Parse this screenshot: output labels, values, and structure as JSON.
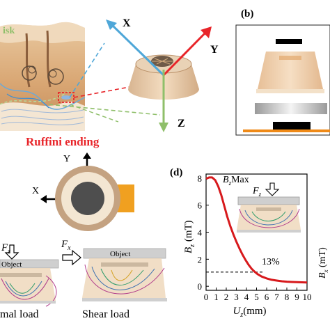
{
  "panel_a": {
    "skin_label": "isk",
    "axis_x": "X",
    "axis_y": "Y",
    "axis_z": "Z",
    "callout": "Ruffini ending"
  },
  "panel_b": {
    "label": "(b)"
  },
  "panel_c": {
    "axis_x": "X",
    "axis_y": "Y",
    "force_normal": "F",
    "force_normal_sub": "z",
    "force_shear": "F",
    "force_shear_sub": "x",
    "object_normal": "Object",
    "object_shear": "Object",
    "caption_normal": "mal load",
    "caption_shear": "Shear load"
  },
  "panel_d": {
    "label": "(d)",
    "annotation_max": "B",
    "annotation_max_sub": "z",
    "annotation_max_tail": "Max",
    "inset_force": "F",
    "inset_force_sub": "z",
    "percent_label": "13%",
    "right_axis": "B",
    "right_axis_sub": "x",
    "right_axis_unit": " (mT)",
    "colors": {
      "curve": "#d7191c",
      "threshold": "#000000"
    }
  },
  "chart_data": {
    "type": "line",
    "title": "",
    "xlabel": "Uz(mm)",
    "ylabel": "Bz (mT)",
    "xlim": [
      0,
      10
    ],
    "ylim": [
      -0.3,
      8.3
    ],
    "x_ticks": [
      "0",
      "1",
      "2",
      "3",
      "4",
      "5",
      "6",
      "7",
      "8",
      "9",
      "10"
    ],
    "y_ticks": [
      "0",
      "2",
      "4",
      "6",
      "8"
    ],
    "threshold": 1.05,
    "series": [
      {
        "x": [
          0,
          0.3,
          0.6,
          0.9,
          1.2,
          1.5,
          1.8,
          2.1,
          2.4,
          2.7,
          3.0,
          3.3,
          3.6,
          3.9,
          4.2,
          4.5,
          4.8,
          5.1,
          5.5,
          6.0,
          6.5,
          7.0,
          7.5,
          8.0,
          8.5,
          9.0,
          9.5,
          10.0
        ],
        "values": [
          7.95,
          8.05,
          8.05,
          7.85,
          7.4,
          6.75,
          5.95,
          5.15,
          4.45,
          3.85,
          3.3,
          2.8,
          2.35,
          1.95,
          1.6,
          1.3,
          1.08,
          0.9,
          0.72,
          0.58,
          0.48,
          0.42,
          0.37,
          0.34,
          0.32,
          0.3,
          0.29,
          0.28
        ]
      }
    ]
  }
}
